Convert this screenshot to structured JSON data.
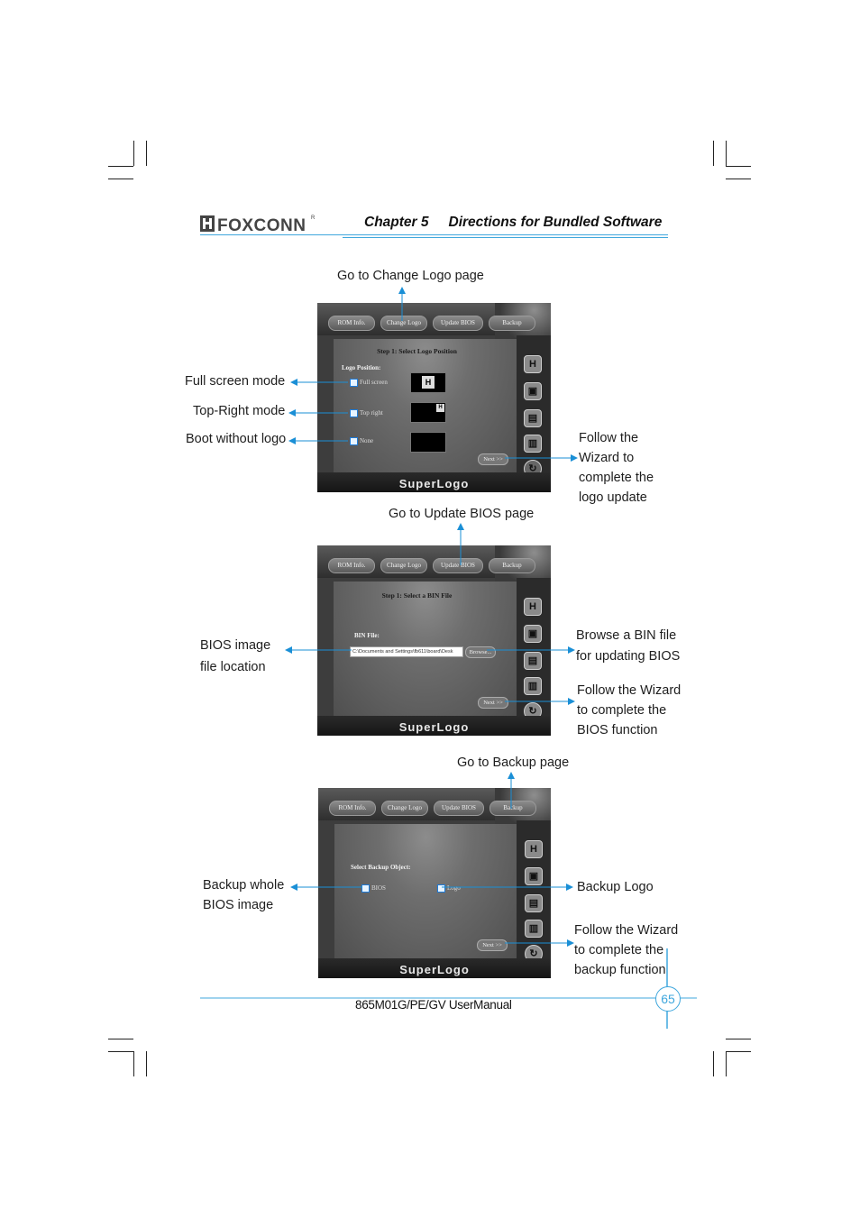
{
  "header": {
    "brand": "FOXCONN",
    "chapter": "Chapter 5",
    "title": "Directions for Bundled Software"
  },
  "screens": [
    {
      "tabs": [
        "ROM Info.",
        "Change Logo",
        "Update BIOS",
        "Backup"
      ],
      "step": "Step 1: Select Logo Position",
      "section_label": "Logo Position:",
      "options": [
        "Full screen",
        "Top right",
        "None"
      ],
      "next_label": "Next >>",
      "brand": "SuperLogo"
    },
    {
      "tabs": [
        "ROM Info.",
        "Change Logo",
        "Update BIOS",
        "Backup"
      ],
      "step": "Step 1: Select a BIN File",
      "section_label": "BIN File:",
      "file_path": "C:\\Documents and Settings\\fb611\\board\\Desk",
      "browse_label": "Browse...",
      "next_label": "Next >>",
      "brand": "SuperLogo"
    },
    {
      "tabs": [
        "ROM Info.",
        "Change Logo",
        "Update BIOS",
        "Backup"
      ],
      "section_label": "Select Backup Object:",
      "options": [
        "BIOS",
        "Logo"
      ],
      "next_label": "Next >>",
      "brand": "SuperLogo"
    }
  ],
  "callouts": {
    "s1_top": "Go to Change Logo page",
    "s1_full": "Full screen mode",
    "s1_topright": "Top-Right mode",
    "s1_none": "Boot without logo",
    "s1_wizard": "Follow the Wizard to complete the logo update",
    "s2_top": "Go to Update BIOS page",
    "s2_file": "BIOS image file location",
    "s2_browse": "Browse a BIN file for updating BIOS",
    "s2_wizard": "Follow the Wizard to complete the BIOS function",
    "s3_top": "Go to Backup page",
    "s3_whole": "Backup whole BIOS image",
    "s3_logo": "Backup Logo",
    "s3_wizard": "Follow the Wizard to complete the backup function"
  },
  "footer": {
    "manual": "865M01G/PE/GV UserManual",
    "page": "65"
  },
  "colors": {
    "accent": "#3fa7dd",
    "screen_dark": "#3d3d3d"
  }
}
